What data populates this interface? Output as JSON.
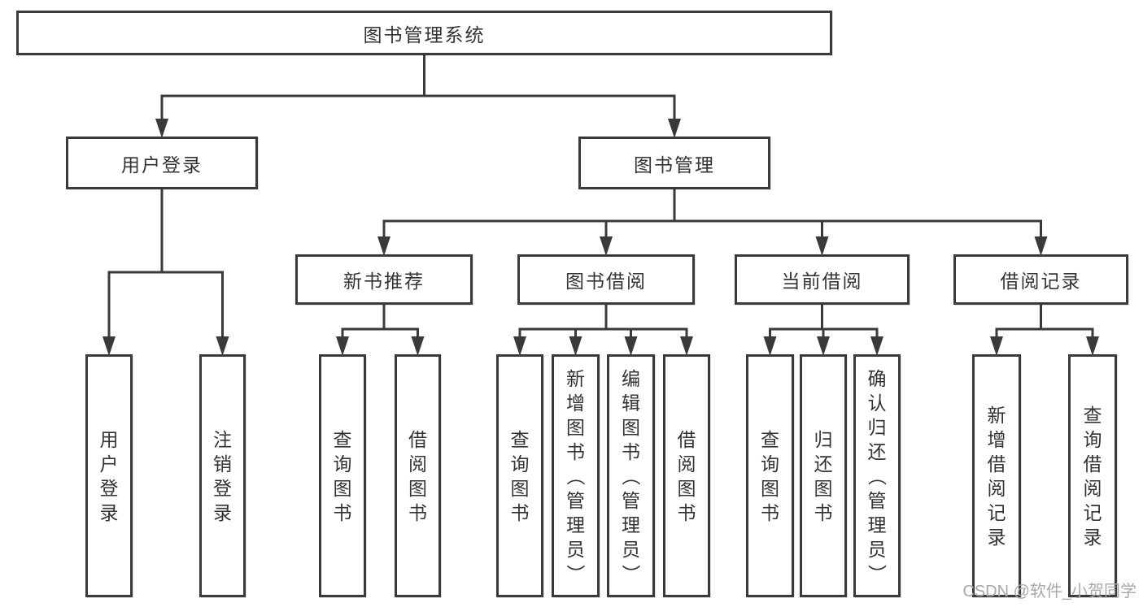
{
  "diagram": {
    "title": "图书管理系统",
    "watermark": "CSDN @软件_小贺同学",
    "colors": {
      "line": "#3a3a3a",
      "box_border": "#3a3a3a",
      "box_fill": "#ffffff",
      "text": "#333333",
      "watermark": "#a9a9a9",
      "background": "#ffffff"
    },
    "nodes": [
      {
        "id": "root",
        "label": "图书管理系统"
      },
      {
        "id": "user-login",
        "label": "用户登录"
      },
      {
        "id": "book-mgmt",
        "label": "图书管理"
      },
      {
        "id": "new-book-rec",
        "label": "新书推荐"
      },
      {
        "id": "book-borrow",
        "label": "图书借阅"
      },
      {
        "id": "current-borrow",
        "label": "当前借阅"
      },
      {
        "id": "borrow-record",
        "label": "借阅记录"
      },
      {
        "id": "v-user-login",
        "label": "用户登录"
      },
      {
        "id": "v-logout",
        "label": "注销登录"
      },
      {
        "id": "v-query-book-1",
        "label": "查询图书"
      },
      {
        "id": "v-borrow-book-1",
        "label": "借阅图书"
      },
      {
        "id": "v-query-book-2",
        "label": "查询图书"
      },
      {
        "id": "v-add-book",
        "label": "新增图书（管理员）"
      },
      {
        "id": "v-edit-book",
        "label": "编辑图书（管理员）"
      },
      {
        "id": "v-borrow-book-2",
        "label": "借阅图书"
      },
      {
        "id": "v-query-book-3",
        "label": "查询图书"
      },
      {
        "id": "v-return-book",
        "label": "归还图书"
      },
      {
        "id": "v-confirm-return",
        "label": "确认归还（管理员）"
      },
      {
        "id": "v-add-record",
        "label": "新增借阅记录"
      },
      {
        "id": "v-query-record",
        "label": "查询借阅记录"
      }
    ],
    "edges": [
      {
        "from": "root",
        "to": [
          "user-login",
          "book-mgmt"
        ]
      },
      {
        "from": "user-login",
        "to": [
          "v-user-login",
          "v-logout"
        ]
      },
      {
        "from": "book-mgmt",
        "to": [
          "new-book-rec",
          "book-borrow",
          "current-borrow",
          "borrow-record"
        ]
      },
      {
        "from": "new-book-rec",
        "to": [
          "v-query-book-1",
          "v-borrow-book-1"
        ]
      },
      {
        "from": "book-borrow",
        "to": [
          "v-query-book-2",
          "v-add-book",
          "v-edit-book",
          "v-borrow-book-2"
        ]
      },
      {
        "from": "current-borrow",
        "to": [
          "v-query-book-3",
          "v-return-book",
          "v-confirm-return"
        ]
      },
      {
        "from": "borrow-record",
        "to": [
          "v-add-record",
          "v-query-record"
        ]
      }
    ]
  }
}
